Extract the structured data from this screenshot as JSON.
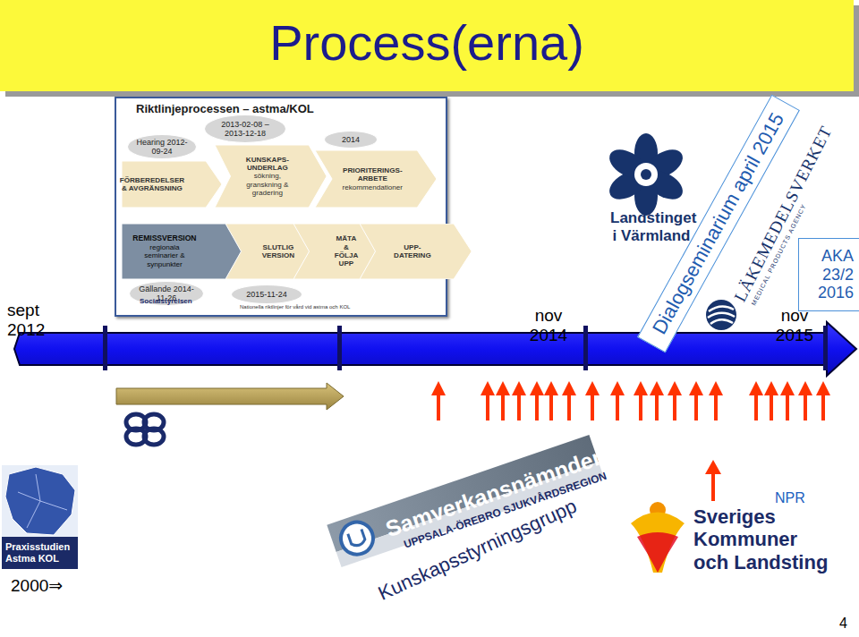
{
  "diagram": {
    "title": "Process(erna)",
    "nodes": [
      {
        "text": [
          "Riktlinjeprocessen – astma/KOL"
        ]
      },
      {
        "text": [
          "Hearing 2012-09-24"
        ],
        "in": 0
      },
      {
        "text": [
          "FÖRBEREDELSER & AVGRÄNSNING"
        ],
        "in": 0
      },
      {
        "text": [
          "2013-02-08 – 2013-12-18"
        ],
        "in": 0
      },
      {
        "text": [
          "KUNSKAPS-UNDERLAG",
          "sökning, granskning & gradering"
        ],
        "in": 0
      },
      {
        "text": [
          "2014"
        ],
        "in": 0
      },
      {
        "text": [
          "PRIORITERINGS-ARBETE",
          "rekommendationer"
        ],
        "in": 0
      },
      {
        "text": [
          "REMISSVERSION",
          "regionala seminarier & synpunkter"
        ],
        "in": 0
      },
      {
        "text": [
          "Gällande 2014-11-26"
        ],
        "in": 0
      },
      {
        "text": [
          "2015-11-24"
        ],
        "in": 0
      },
      {
        "text": [
          "SLUTLIG VERSION"
        ],
        "in": 0
      },
      {
        "text": [
          "MÄTA & FÖLJA UPP"
        ],
        "in": 0
      },
      {
        "text": [
          "UPP-DATERING"
        ],
        "in": 0
      },
      {
        "text": [
          "Dialogseminarium april 2015"
        ]
      },
      {
        "text": [
          "AKA 23/2 2016"
        ]
      },
      {
        "text": [
          "Praxisstudien Astma KOL"
        ]
      }
    ],
    "labels": [
      "Socialstyrelsen",
      "Nationella riktlinjer för vård vid astma och KOL",
      "sept 2012",
      "nov 2014",
      "nov 2015",
      "Landstinget i Värmland",
      "LÄKEMEDELSVERKET",
      "MEDICAL PRODUCTS AGENCY",
      "Samverkansnämnden",
      "UPPSALA-ÖREBRO SJUKVÅRDSREGION",
      "Kunskapsstyrningsgrupp",
      "Sveriges Kommuner och Landsting",
      "NPR",
      "2000⇒",
      "4"
    ]
  }
}
